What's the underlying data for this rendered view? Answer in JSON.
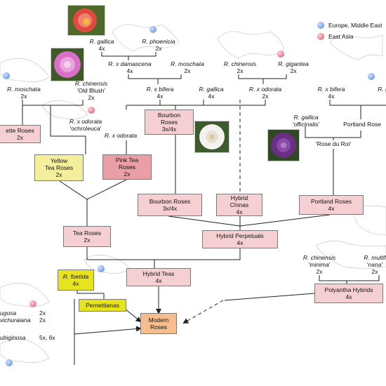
{
  "legend": {
    "europe": {
      "label": "Europe, Middle East",
      "color": "#4f86d6"
    },
    "asia": {
      "label": "East Asia",
      "color": "#d9556a"
    }
  },
  "species": {
    "gallica_top": {
      "name": "R. gallica",
      "ploidy": "4x"
    },
    "phoenicia": {
      "name": "R. phoenicia",
      "ploidy": "2x"
    },
    "damascena": {
      "name": "R. x damascena",
      "ploidy": "4x"
    },
    "moschata_top": {
      "name": "R. moschata",
      "ploidy": "2x"
    },
    "chinensis_top": {
      "name": "R. chinensis",
      "ploidy": "2x"
    },
    "gigantea": {
      "name": "R. gigantea",
      "ploidy": "2x"
    },
    "moschata_left": {
      "name": "R. moschata",
      "ploidy": "2x"
    },
    "chinensis_ob": {
      "name": "R. chinensis",
      "cultivar": "'Old Blush'",
      "ploidy": "2x"
    },
    "bifera_mid": {
      "name": "R. x bifera",
      "ploidy": "4x"
    },
    "gallica_mid": {
      "name": "R. gallica",
      "ploidy": "4x"
    },
    "odorata_mid": {
      "name": "R. x odorata",
      "ploidy": "2x"
    },
    "bifera_right": {
      "name": "R. x bifera",
      "ploidy": "4x"
    },
    "gallica_right": {
      "name": "R. g",
      "ploidy": ""
    },
    "odorata_ochro": {
      "name": "R. x odorata",
      "cultivar": "'ochroleuca'"
    },
    "odorata_plain": {
      "name": "R. x odorata"
    },
    "gallica_off": {
      "name": "R. gallica",
      "cultivar": "'officinalis'"
    },
    "chinensis_min": {
      "name": "R. chinensis",
      "cultivar": "'minima'",
      "ploidy": "2x"
    },
    "multiflora": {
      "name": "R. multif",
      "cultivar": "'nana'",
      "ploidy": "2x"
    },
    "rugosa": {
      "name": "ugosa",
      "ploidy": "2x"
    },
    "wichuraiana": {
      "name": "vichuraiana",
      "ploidy": "2x"
    },
    "rubiginosa": {
      "name": "ubiginosa",
      "ploidy": "5x, 6x"
    }
  },
  "boxes": {
    "noisette": {
      "line1": "ette Roses",
      "line2": "2x"
    },
    "bourbon_top": {
      "line1": "Bourbon",
      "line2": "Roses",
      "line3": "3x/4x"
    },
    "yellow_tea": {
      "line1": "Yellow",
      "line2": "Tea Roses",
      "line3": "2x"
    },
    "pink_tea": {
      "line1": "Pink Tea",
      "line2": "Roses",
      "line3": "2x"
    },
    "bourbon_roses": {
      "line1": "Bourbon Roses",
      "line2": "3x/4x"
    },
    "hybrid_chinas": {
      "line1": "Hybrid",
      "line2": "Chinas",
      "line3": "4x"
    },
    "portland_roses": {
      "line1": "Portland Roses",
      "line2": "4x"
    },
    "portland_rose": {
      "line1": "Portland Rose"
    },
    "rose_du_roi": {
      "line1": "'Rose du Roi'"
    },
    "tea_roses": {
      "line1": "Tea Roses",
      "line2": "2x"
    },
    "hybrid_perpetuals": {
      "line1": "Hybrid Perpetuals",
      "line2": "4x"
    },
    "foetida": {
      "line1": "R. foetida",
      "line2": "4x"
    },
    "hybrid_teas": {
      "line1": "Hybrid Teas",
      "line2": "4x"
    },
    "pernettianas": {
      "line1": "Pernettianas"
    },
    "modern_roses": {
      "line1": "Modern",
      "line2": "Roses"
    },
    "polyantha": {
      "line1": "Polyantha Hybrids",
      "line2": "4x"
    }
  },
  "colors": {
    "pink": "#f5cfd1",
    "pink_dark": "#ea9ea6",
    "yellow": "#f3ef9c",
    "yellow_bright": "#e8e31f",
    "orange": "#f7bd8c"
  }
}
